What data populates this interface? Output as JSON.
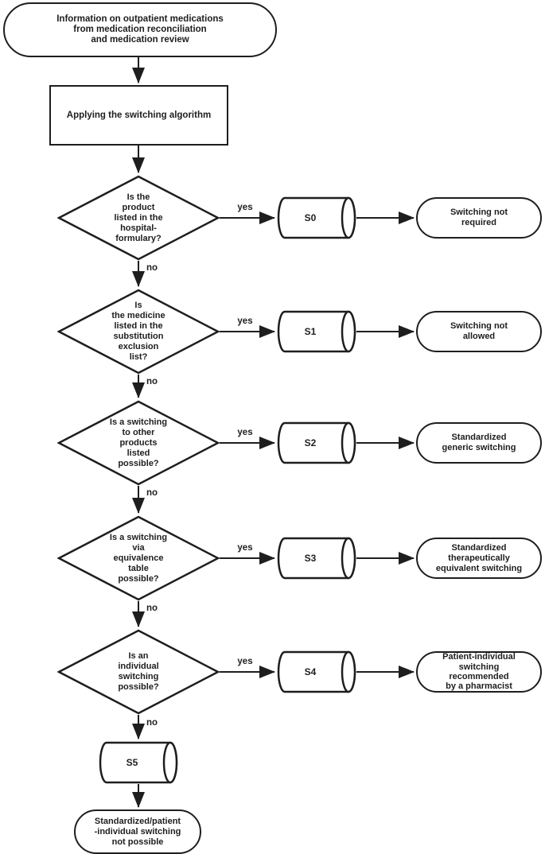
{
  "colors": {
    "stroke": "#1e1e1e",
    "fill": "#ffffff",
    "text": "#1e1e1e"
  },
  "nodes": {
    "start": "Information on outpatient medications\nfrom medication reconciliation\nand medication review",
    "process": "Applying the switching algorithm",
    "decisions": [
      {
        "question": "Is the\nproduct\nlisted in the\nhospital-\nformulary?",
        "yes_label": "yes",
        "no_label": "no",
        "step": "S0",
        "outcome": "Switching not\nrequired"
      },
      {
        "question": "Is\nthe medicine\nlisted in the\nsubstitution\nexclusion\nlist?",
        "yes_label": "yes",
        "no_label": "no",
        "step": "S1",
        "outcome": "Switching not\nallowed"
      },
      {
        "question": "Is a switching\nto other\nproducts\nlisted\npossible?",
        "yes_label": "yes",
        "no_label": "no",
        "step": "S2",
        "outcome": "Standardized\ngeneric switching"
      },
      {
        "question": "Is a switching\nvia\nequivalence\ntable\npossible?",
        "yes_label": "yes",
        "no_label": "no",
        "step": "S3",
        "outcome": "Standardized\ntherapeutically\nequivalent switching"
      },
      {
        "question": "Is an\nindividual\nswitching\npossible?",
        "yes_label": "yes",
        "no_label": "no",
        "step": "S4",
        "outcome": "Patient-individual\nswitching\nrecommended\nby a pharmacist"
      }
    ],
    "final_step": "S5",
    "final_no_label": "no",
    "final_outcome": "Standardized/patient\n-individual switching\nnot possible"
  }
}
